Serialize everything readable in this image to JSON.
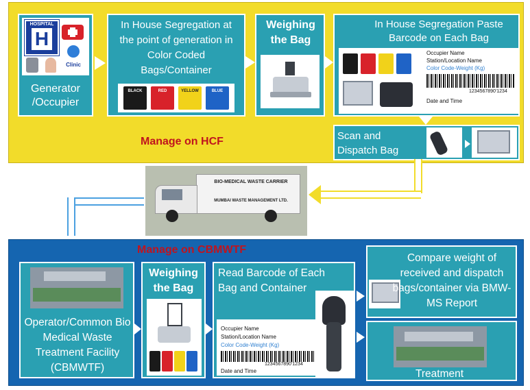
{
  "colors": {
    "top_panel": "#f2dc2a",
    "bottom_panel": "#1565b0",
    "box": "#2aa0b2",
    "accent_red": "#c0141e"
  },
  "top": {
    "section_label": "Manage on HCF",
    "generator": {
      "label": "Generator /Occupier",
      "hospital_sign": "HOSPITAL",
      "hospital_letter": "H",
      "clinic": "Clinic"
    },
    "segregation": {
      "text": "In House Segregation at the point of generation in Color Coded Bags/Container"
    },
    "weighing": {
      "text": "Weighing the Bag"
    },
    "barcode": {
      "text": "In House Segregation Paste Barcode on Each Bag"
    },
    "scan": {
      "text": "Scan and Dispatch Bag"
    },
    "bins": [
      {
        "label": "BLACK",
        "color": "#1a1a1a"
      },
      {
        "label": "RED",
        "color": "#d8222a"
      },
      {
        "label": "YELLOW",
        "color": "#f1d21a"
      },
      {
        "label": "BLUE",
        "color": "#1f63c6"
      }
    ],
    "label_card": {
      "line1": "Occupier Name",
      "line2": "Station/Location Name",
      "line3": "Color Code-Weight (Kg)",
      "barcode_num": "1234567890'1234",
      "line4": "Date and Time"
    }
  },
  "middle": {
    "truck_text1": "BIO-MEDICAL WASTE CARRIER",
    "truck_text2": "MUMBAI WASTE MANAGEMENT LTD."
  },
  "bottom": {
    "section_label": "Manage on CBMWTF",
    "operator": {
      "text": "Operator/Common Bio Medical Waste Treatment Facility (CBMWTF)"
    },
    "weighing": {
      "text": "Weighing the Bag"
    },
    "read": {
      "text": "Read Barcode of Each Bag and Container"
    },
    "compare": {
      "text": "Compare weight of received and dispatch bags/container via BMW-MS Report"
    },
    "treatment": {
      "text": "Treatment"
    },
    "label_card": {
      "line1": "Occupier Name",
      "line2": "Station/Location Name",
      "line3": "Color Code-Weight (Kg)",
      "barcode_num": "1234567890'1234",
      "line4": "Date and Time"
    }
  }
}
